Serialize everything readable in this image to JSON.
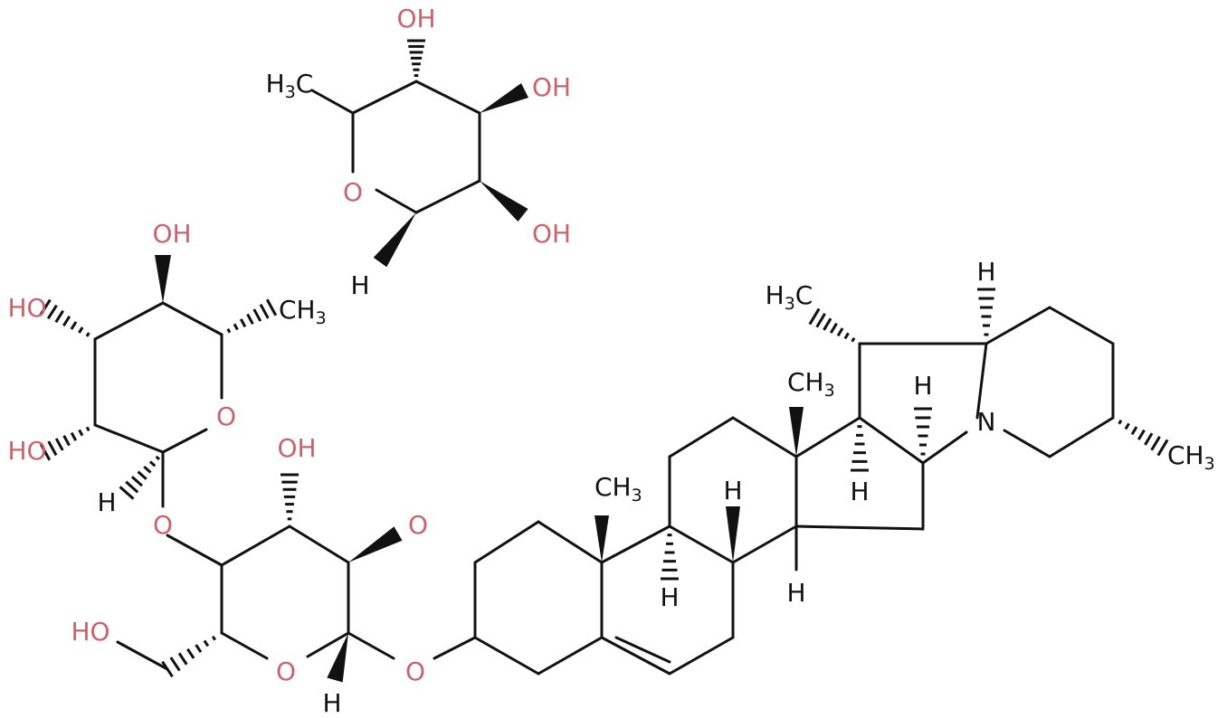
{
  "colors": {
    "bond": "#111111",
    "heteroatom": "#c9646c",
    "link": "#8b2a3a"
  },
  "labels": [
    {
      "id": "oh-a1",
      "text": "OH",
      "kind": "hetero"
    },
    {
      "id": "ch3-a",
      "text": "H3C",
      "kind": "methyl-left"
    },
    {
      "id": "oh-a2",
      "text": "OH",
      "kind": "hetero"
    },
    {
      "id": "o-ringA",
      "text": "O",
      "kind": "hetero"
    },
    {
      "id": "oh-a3",
      "text": "OH",
      "kind": "hetero"
    },
    {
      "id": "h-a",
      "text": "H",
      "kind": "plain"
    },
    {
      "id": "oh-b1",
      "text": "OH",
      "kind": "hetero"
    },
    {
      "id": "oh-b2",
      "text": "HO",
      "kind": "hetero"
    },
    {
      "id": "ch3-b",
      "text": "CH3",
      "kind": "methyl-right"
    },
    {
      "id": "o-ringB",
      "text": "O",
      "kind": "hetero"
    },
    {
      "id": "oh-b3",
      "text": "HO",
      "kind": "hetero"
    },
    {
      "id": "h-b",
      "text": "H",
      "kind": "plain"
    },
    {
      "id": "o-link1",
      "text": "O",
      "kind": "hetero"
    },
    {
      "id": "oh-c1",
      "text": "OH",
      "kind": "hetero"
    },
    {
      "id": "o-link2",
      "text": "O",
      "kind": "hetero"
    },
    {
      "id": "ho-c2",
      "text": "HO",
      "kind": "hetero"
    },
    {
      "id": "o-ringC",
      "text": "O",
      "kind": "hetero"
    },
    {
      "id": "h-c",
      "text": "H",
      "kind": "plain"
    },
    {
      "id": "o-link3",
      "text": "O",
      "kind": "hetero"
    },
    {
      "id": "ch3-s1",
      "text": "CH3",
      "kind": "methyl-right"
    },
    {
      "id": "h-s1",
      "text": "H",
      "kind": "plain"
    },
    {
      "id": "h-s2",
      "text": "H",
      "kind": "plain"
    },
    {
      "id": "ch3-s2",
      "text": "CH3",
      "kind": "methyl-right"
    },
    {
      "id": "h-s3",
      "text": "H",
      "kind": "plain"
    },
    {
      "id": "h-s4",
      "text": "H",
      "kind": "plain"
    },
    {
      "id": "h3c-s",
      "text": "H3C",
      "kind": "methyl-left"
    },
    {
      "id": "h-s5",
      "text": "H",
      "kind": "plain"
    },
    {
      "id": "h-s6",
      "text": "H",
      "kind": "plain"
    },
    {
      "id": "n-s",
      "text": "N",
      "kind": "plain"
    },
    {
      "id": "ch3-s3",
      "text": "CH3",
      "kind": "methyl-right"
    }
  ]
}
